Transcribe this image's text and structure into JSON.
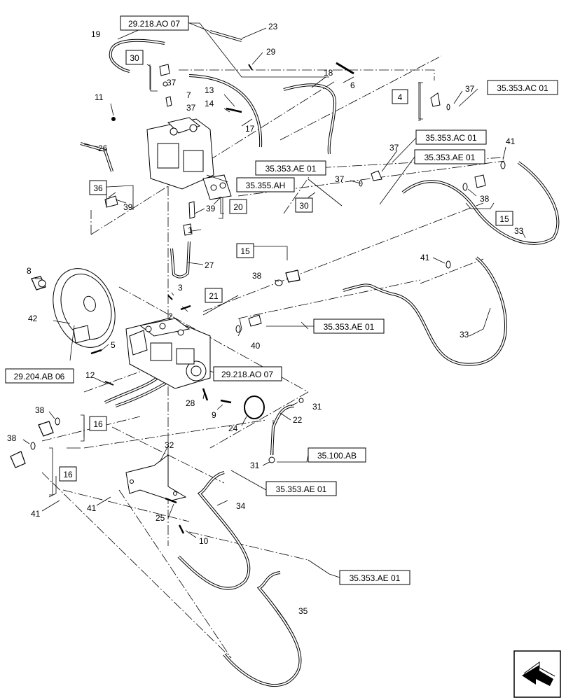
{
  "callouts": [
    "1",
    "2",
    "3",
    "5",
    "6",
    "7",
    "8",
    "9",
    "10",
    "11",
    "12",
    "13",
    "14",
    "17",
    "18",
    "19",
    "22",
    "23",
    "24",
    "25",
    "26",
    "27",
    "28",
    "29",
    "31",
    "31",
    "32",
    "33",
    "33",
    "34",
    "35",
    "37",
    "37",
    "37",
    "37",
    "37",
    "38",
    "38",
    "38",
    "38",
    "39",
    "39",
    "40",
    "41",
    "41",
    "41",
    "41",
    "42"
  ],
  "refs": {
    "r_218_top": "29.218.AO 07",
    "r_353ac_right": "35.353.AC 01",
    "r_353ac_mid": "35.353.AC 01",
    "r_353ae_mid1": "35.353.AE 01",
    "r_353ae_left": "35.353.AE 01",
    "r_355ah": "35.355.AH",
    "r_353ae_mid2": "35.353.AE 01",
    "r_204ab": "29.204.AB 06",
    "r_218_mid": "29.218.AO 07",
    "r_100ab": "35.100.AB",
    "r_353ae_low": "35.353.AE 01",
    "r_353ae_bottom": "35.353.AE 01"
  },
  "boxed_numbers": {
    "b30_top": "30",
    "b4": "4",
    "b36": "36",
    "b20": "20",
    "b30_mid": "30",
    "b15_right": "15",
    "b15_mid": "15",
    "b21": "21",
    "b16_upper": "16",
    "b16_lower": "16"
  },
  "icons": {
    "nav": "direction-arrow-icon"
  }
}
